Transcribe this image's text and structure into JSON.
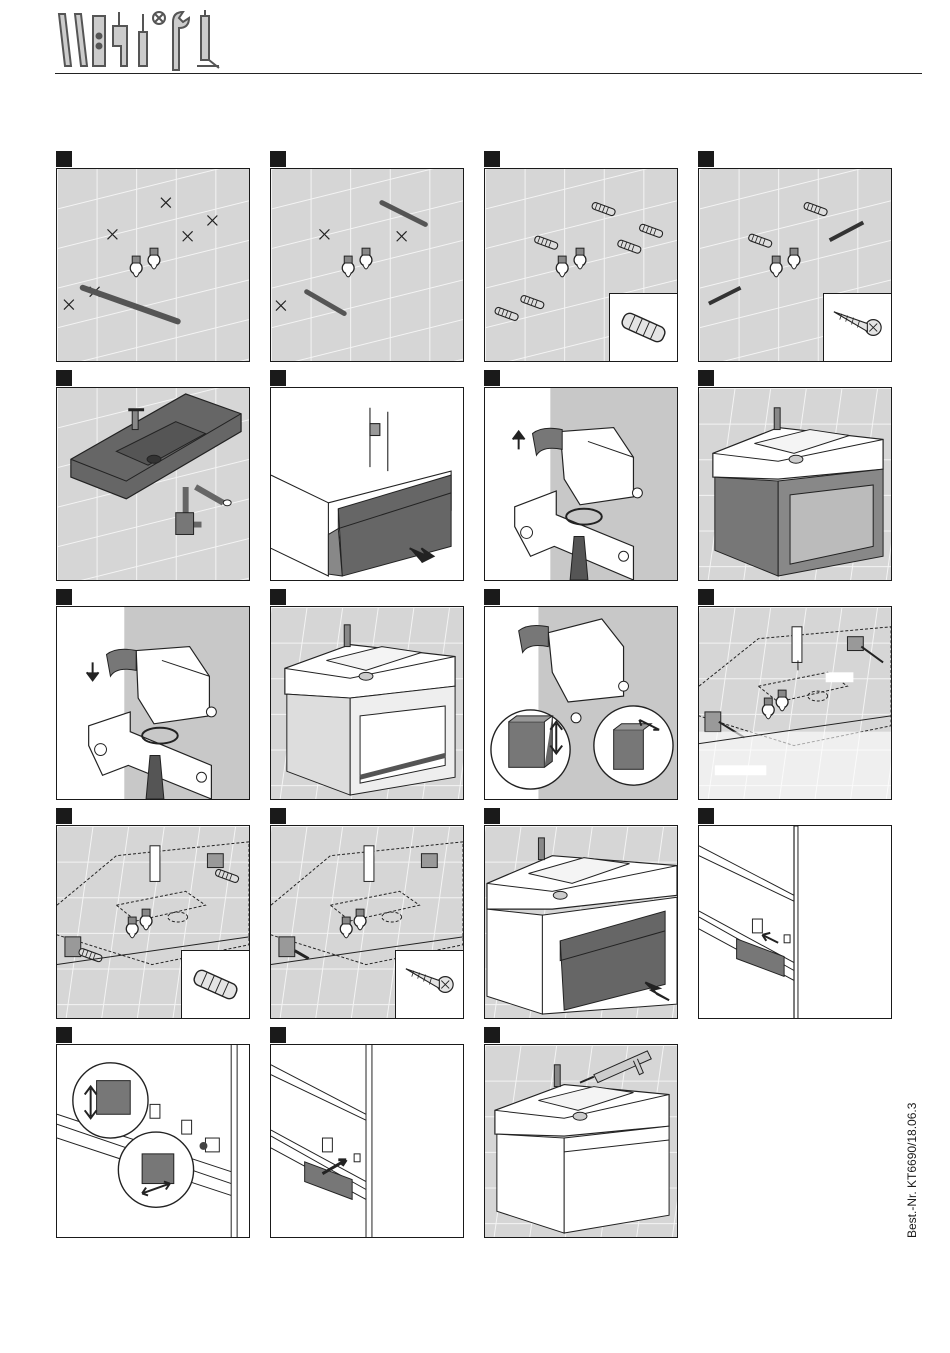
{
  "document": {
    "order_number": "Best.-Nr. KT6690/18.06.3"
  },
  "header": {
    "tool_icons": [
      "level-icon",
      "drill-icon",
      "pencil-icon",
      "screwdriver-icon",
      "wrench-icon",
      "silicone-gun-icon"
    ]
  },
  "steps": [
    {
      "name": "mark-drill-holes",
      "icons": [
        "cross-mark-icon",
        "tap-valve-icon",
        "spirit-level-icon"
      ]
    },
    {
      "name": "drill-holes",
      "icons": [
        "drill-bit-icon",
        "tap-valve-icon"
      ]
    },
    {
      "name": "insert-dowels",
      "icons": [
        "dowel-icon",
        "tap-valve-icon"
      ],
      "inset": "dowel-icon"
    },
    {
      "name": "mount-brackets",
      "icons": [
        "bracket-icon",
        "tap-valve-icon"
      ],
      "inset": "screw-icon"
    },
    {
      "name": "mount-basin-siphon",
      "icons": [
        "washbasin-icon",
        "siphon-icon"
      ]
    },
    {
      "name": "remove-drawer",
      "icons": [
        "cabinet-icon",
        "arrow-icon"
      ]
    },
    {
      "name": "adjust-suspension-up",
      "icons": [
        "suspension-bracket-icon",
        "screwdriver-icon"
      ]
    },
    {
      "name": "basin-on-cabinet",
      "icons": [
        "washbasin-icon",
        "cabinet-icon"
      ]
    },
    {
      "name": "adjust-suspension-down",
      "icons": [
        "suspension-bracket-icon",
        "screwdriver-icon"
      ]
    },
    {
      "name": "cabinet-open-front",
      "icons": [
        "washbasin-icon",
        "cabinet-icon"
      ]
    },
    {
      "name": "adjust-height-depth",
      "icons": [
        "suspension-bracket-icon",
        "adjustment-cube-icon"
      ]
    },
    {
      "name": "hang-cabinet",
      "icons": [
        "washbasin-icon",
        "bracket-icon"
      ]
    },
    {
      "name": "fix-bracket-dowel",
      "icons": [
        "bracket-icon",
        "dowel-icon"
      ],
      "inset": "dowel-icon"
    },
    {
      "name": "fix-bracket-screw",
      "icons": [
        "bracket-icon",
        "screw-icon"
      ],
      "inset": "screw-icon"
    },
    {
      "name": "insert-drawer",
      "icons": [
        "cabinet-icon",
        "drawer-icon",
        "arrow-icon"
      ]
    },
    {
      "name": "remove-cover",
      "icons": [
        "drawer-rail-icon",
        "cover-cap-icon"
      ]
    },
    {
      "name": "adjust-drawer-front",
      "icons": [
        "drawer-rail-icon",
        "adjustment-cube-icon"
      ]
    },
    {
      "name": "attach-cover",
      "icons": [
        "drawer-rail-icon",
        "cover-cap-icon"
      ]
    },
    {
      "name": "seal-silicone",
      "icons": [
        "washbasin-icon",
        "silicone-gun-icon"
      ]
    }
  ]
}
